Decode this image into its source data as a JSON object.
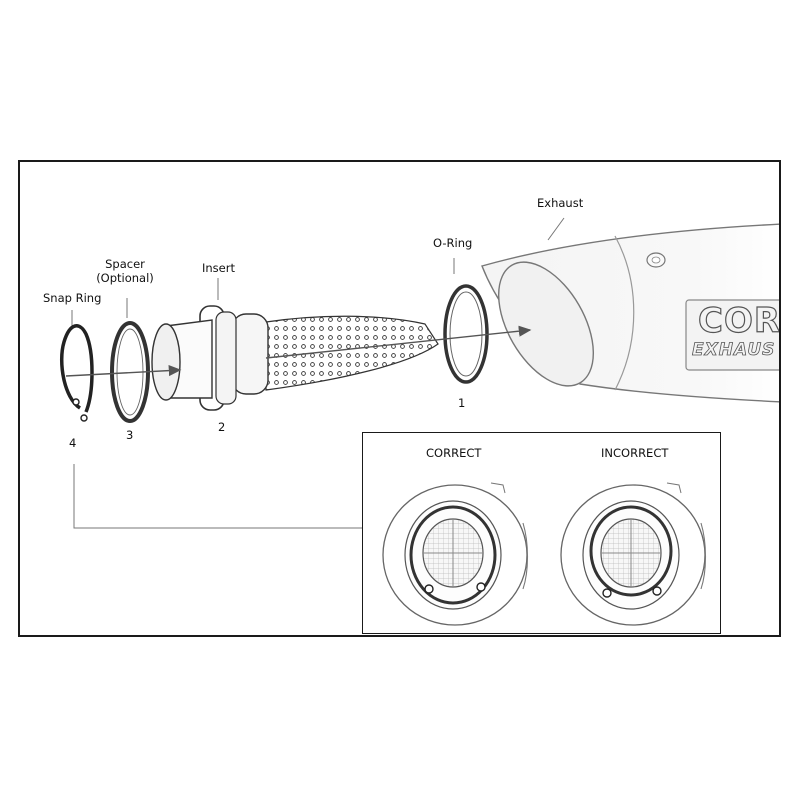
{
  "parts": {
    "exhaust": {
      "label": "Exhaust"
    },
    "o_ring": {
      "label": "O-Ring",
      "number": "1"
    },
    "insert": {
      "label": "Insert",
      "number": "2"
    },
    "spacer": {
      "label": "Spacer",
      "sublabel": "(Optional)",
      "number": "3"
    },
    "snap_ring": {
      "label": "Snap Ring",
      "number": "4"
    }
  },
  "badge": {
    "line1": "COR",
    "line2": "EXHAUS"
  },
  "inset": {
    "correct_label": "CORRECT",
    "incorrect_label": "INCORRECT"
  }
}
